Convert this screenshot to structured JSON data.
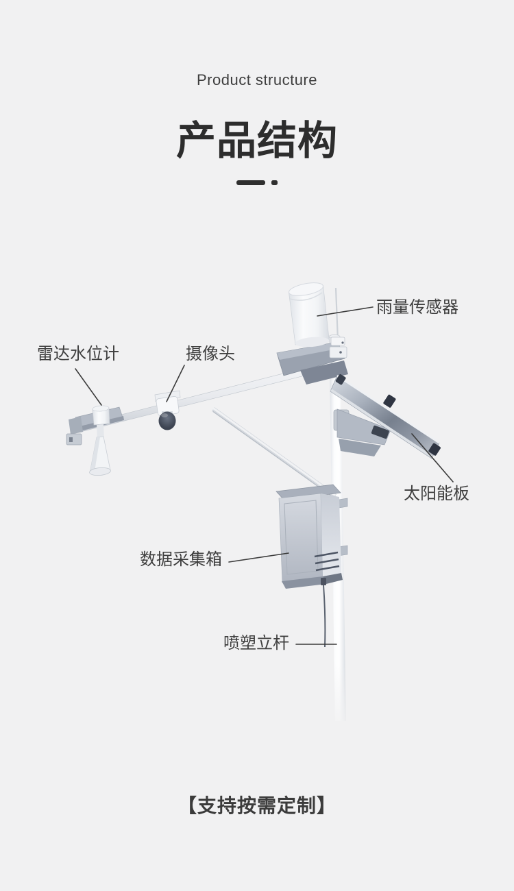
{
  "header": {
    "subtitle_en": "Product structure",
    "title_zh": "产品结构"
  },
  "diagram": {
    "labels": [
      {
        "id": "rain-sensor",
        "text": "雨量传感器"
      },
      {
        "id": "radar-level-gauge",
        "text": "雷达水位计"
      },
      {
        "id": "camera",
        "text": "摄像头"
      },
      {
        "id": "solar-panel",
        "text": "太阳能板"
      },
      {
        "id": "data-collection-box",
        "text": "数据采集箱"
      },
      {
        "id": "coated-pole",
        "text": "喷塑立杆"
      }
    ]
  },
  "footer": {
    "text": "【支持按需定制】"
  },
  "colors": {
    "background": "#f1f1f2",
    "heading": "#2d2d2d",
    "label_text": "#3e3e3e",
    "leader_line": "#3b3b3b"
  }
}
